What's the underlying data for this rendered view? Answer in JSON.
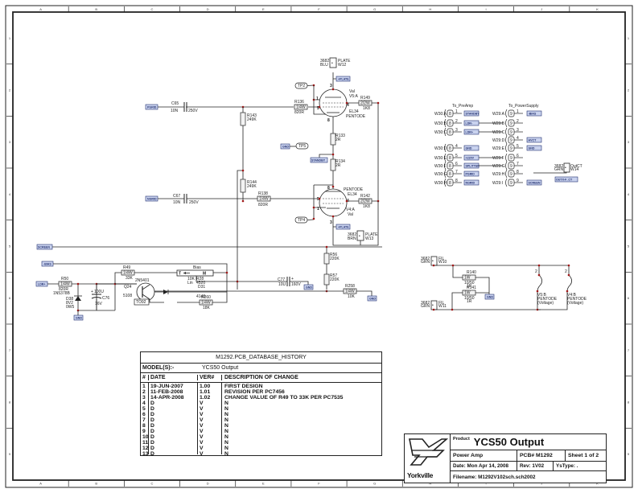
{
  "sheet": {
    "columns": [
      "A",
      "B",
      "C",
      "D",
      "E",
      "F",
      "G",
      "H",
      "I",
      "J",
      "K"
    ],
    "rows": [
      "1",
      "2",
      "3",
      "4",
      "5",
      "6",
      "7",
      "8",
      "9"
    ]
  },
  "tubes": [
    {
      "ref": "V5:A",
      "name": "Val",
      "type": "EL34",
      "kind": "PENTODE",
      "pins": [
        "3",
        "1",
        "5",
        "4",
        "8"
      ]
    },
    {
      "ref": "V4:A",
      "name": "Val",
      "type": "EL34",
      "kind": "PENTODE",
      "pins": [
        "8",
        "5",
        "1",
        "4",
        "3"
      ]
    }
  ],
  "plate_connectors": [
    {
      "part": "3682",
      "color": "BLU",
      "ref": "W12",
      "label": "PLATE"
    },
    {
      "part": "3682",
      "color": "BRN",
      "ref": "W13",
      "label": "PLATE"
    }
  ],
  "components": {
    "C65": {
      "ref": "C65",
      "value": "10N",
      "rating": "250V"
    },
    "C67": {
      "ref": "C67",
      "value": "10N",
      "rating": "250V"
    },
    "R143": {
      "ref": "R143",
      "value": "249K",
      "body": "1/4W"
    },
    "R144": {
      "ref": "R144",
      "value": "249K",
      "body": "1/4W"
    },
    "R136": {
      "ref": "R136",
      "value": "820R",
      "body": "1/4W"
    },
    "R138": {
      "ref": "R138",
      "value": "820R",
      "body": "1/4W"
    },
    "R133": {
      "ref": "R133",
      "value": "2R",
      "body": "1/4W"
    },
    "R134": {
      "ref": "R134",
      "value": "2R",
      "body": "1/4W"
    },
    "R149": {
      "ref": "R149",
      "value": "1K8",
      "body": "2/2W"
    },
    "R142": {
      "ref": "R142",
      "value": "1K8",
      "body": "2/2W"
    },
    "R50": {
      "ref": "R50",
      "value": "820R",
      "body": "1/4W",
      "extra": "1N5378B"
    },
    "D38": {
      "ref": "D38",
      "value": "8V2",
      "rating": "0W5"
    },
    "C76": {
      "ref": "C76",
      "value": "100U",
      "rating": "16V"
    },
    "R49": {
      "ref": "R49",
      "value": "33K",
      "body": "1/4W"
    },
    "Q24": {
      "ref": "Q24",
      "part": "2N5401",
      "code": "5108",
      "pkg": "TO92"
    },
    "R28": {
      "ref": "R28",
      "value": "10K",
      "taper": "Lin",
      "code": "4520",
      "label": "Bias",
      "pin_t": "T",
      "pin_m": "M"
    },
    "D31": {
      "ref": "D31",
      "value": "4148"
    },
    "R260": {
      "ref": "R260",
      "value": "18K",
      "body": "1/4W"
    },
    "C77": {
      "ref": "C77",
      "value": "10U",
      "rating": "160V"
    },
    "R56": {
      "ref": "R56",
      "value": "220K",
      "body": "1/2W"
    },
    "R57": {
      "ref": "R57",
      "value": "220K",
      "body": "1/2W"
    },
    "R258": {
      "ref": "R258",
      "value": "10K",
      "body": "1/4W"
    },
    "R140": {
      "ref": "R140",
      "value": "1R",
      "body": "1W",
      "extra": "10/50"
    },
    "R141": {
      "ref": "R141",
      "value": "1R",
      "body": "1W",
      "extra": "10/50"
    }
  },
  "test_points": [
    "TP2",
    "TP5",
    "TP4"
  ],
  "ports": {
    "pgrid": "PGRID",
    "ngrid": "NGRID",
    "gnd": "GND",
    "plate": "+PLATE",
    "standby": "STANDBY",
    "screen": "SCREEN",
    "bias": "-BIAS",
    "ldr_plus": "LDR+",
    "ldr_minus": "LDR-",
    "hvct": "HVCT",
    "v220": "+220V",
    "splitter": "SPLITTER",
    "outx": "OUTX-F_CT"
  },
  "heaters": [
    {
      "ref": "V5:B",
      "kind": "PENTODE",
      "mode": "(Voltage)",
      "pin": "2"
    },
    {
      "ref": "V4:B",
      "kind": "PENTODE",
      "mode": "(Voltage)",
      "pin": "2"
    }
  ],
  "fil_connectors": [
    {
      "part": "3682",
      "color": "GRN",
      "ref": "W10",
      "label": "FIL"
    },
    {
      "part": "3682",
      "color": "GRN",
      "ref": "W11",
      "label": "FIL"
    },
    {
      "part": "3682",
      "color": "GRN",
      "ref": "W14",
      "label": "OutCT"
    }
  ],
  "connectors": {
    "preamp_title": "To_PreAmp",
    "power_title": "To_PowerSupply",
    "preamp": [
      {
        "ref": "W30:A",
        "n": "8",
        "pin": "1",
        "net": "STANDBY"
      },
      {
        "ref": "W30:B",
        "n": "8",
        "pin": "2",
        "net": "LDR-"
      },
      {
        "ref": "W30:C",
        "n": "8",
        "pin": "3",
        "net": "LDR+"
      },
      {
        "ref": "W30:D",
        "n": "8",
        "pin": "4",
        "net": "GND"
      },
      {
        "ref": "W30:E",
        "n": "8",
        "pin": "5",
        "net": "+220V"
      },
      {
        "ref": "W30:F",
        "n": "8",
        "pin": "6",
        "net": "SPLITTER"
      },
      {
        "ref": "W30:G",
        "n": "8",
        "pin": "7",
        "net": "PGRID"
      },
      {
        "ref": "W30:H",
        "n": "8",
        "pin": "8",
        "net": "NGRID"
      }
    ],
    "power": [
      {
        "ref": "W29:A",
        "n": "9",
        "pin": "1",
        "net": "-BIAS"
      },
      {
        "ref": "W29:B",
        "n": "9",
        "pin": "2",
        "net": ""
      },
      {
        "ref": "W29:C",
        "n": "9",
        "pin": "3",
        "net": ""
      },
      {
        "ref": "W29:D",
        "n": "9",
        "pin": "4",
        "net": "HVCT"
      },
      {
        "ref": "W29:E",
        "n": "9",
        "pin": "5",
        "net": "GND"
      },
      {
        "ref": "W29:F",
        "n": "9",
        "pin": "6",
        "net": ""
      },
      {
        "ref": "W29:G",
        "n": "9",
        "pin": "7",
        "net": ""
      },
      {
        "ref": "W29:H",
        "n": "9",
        "pin": "8",
        "net": ""
      },
      {
        "ref": "W29:I",
        "n": "9",
        "pin": "9",
        "net": "SCREEN"
      }
    ]
  },
  "history": {
    "title": "M1292.PCB_DATABASE_HISTORY",
    "model_label": "MODEL(S):-",
    "model_value": "YCS50 Output",
    "headers": [
      "#",
      "DATE",
      "VER#",
      "DESCRIPTION OF CHANGE"
    ],
    "rows": [
      [
        "1",
        "19-JUN-2007",
        "1.00",
        "FIRST DESIGN"
      ],
      [
        "2",
        "11-FEB-2008",
        "1.01",
        "REVISION PER PC7456"
      ],
      [
        "3",
        "14-APR-2008",
        "1.02",
        "CHANGE VALUE OF R49 TO 33K PER PC7535"
      ],
      [
        "4",
        "D",
        "V",
        "N"
      ],
      [
        "5",
        "D",
        "V",
        "N"
      ],
      [
        "6",
        "D",
        "V",
        "N"
      ],
      [
        "7",
        "D",
        "V",
        "N"
      ],
      [
        "8",
        "D",
        "V",
        "N"
      ],
      [
        "9",
        "D",
        "V",
        "N"
      ],
      [
        "10",
        "D",
        "V",
        "N"
      ],
      [
        "11",
        "D",
        "V",
        "N"
      ],
      [
        "12",
        "D",
        "V",
        "N"
      ],
      [
        "13",
        "D",
        "V",
        "N"
      ]
    ]
  },
  "title_block": {
    "brand": "Yorkville",
    "product_label": "Product",
    "product": "YCS50 Output",
    "category": "Power Amp",
    "pcb": "PCB# M1292",
    "sheet": "Sheet  1 of 2",
    "date": "Date: Mon Apr 14, 2008",
    "rev": "Rev: 1V02",
    "ystype": "YsType: .",
    "filename": "Filename:  M1292V102sch.sch2002"
  }
}
